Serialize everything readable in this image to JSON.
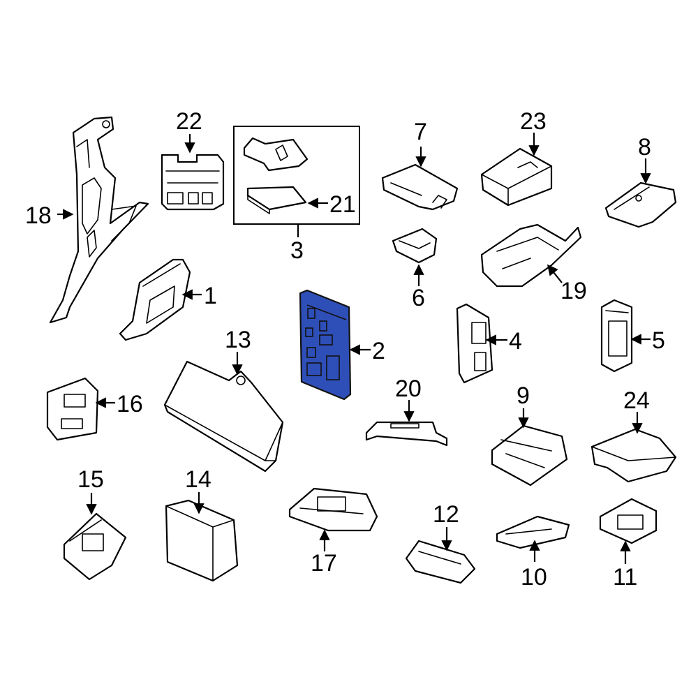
{
  "highlight_color": "#2f4fb8",
  "callouts": {
    "p1": "1",
    "p2": "2",
    "p3": "3",
    "p4": "4",
    "p5": "5",
    "p6": "6",
    "p7": "7",
    "p8": "8",
    "p9": "9",
    "p10": "10",
    "p11": "11",
    "p12": "12",
    "p13": "13",
    "p14": "14",
    "p15": "15",
    "p16": "16",
    "p17": "17",
    "p18": "18",
    "p19": "19",
    "p20": "20",
    "p21": "21",
    "p22": "22",
    "p23": "23",
    "p24": "24"
  },
  "highlighted_part": "2"
}
